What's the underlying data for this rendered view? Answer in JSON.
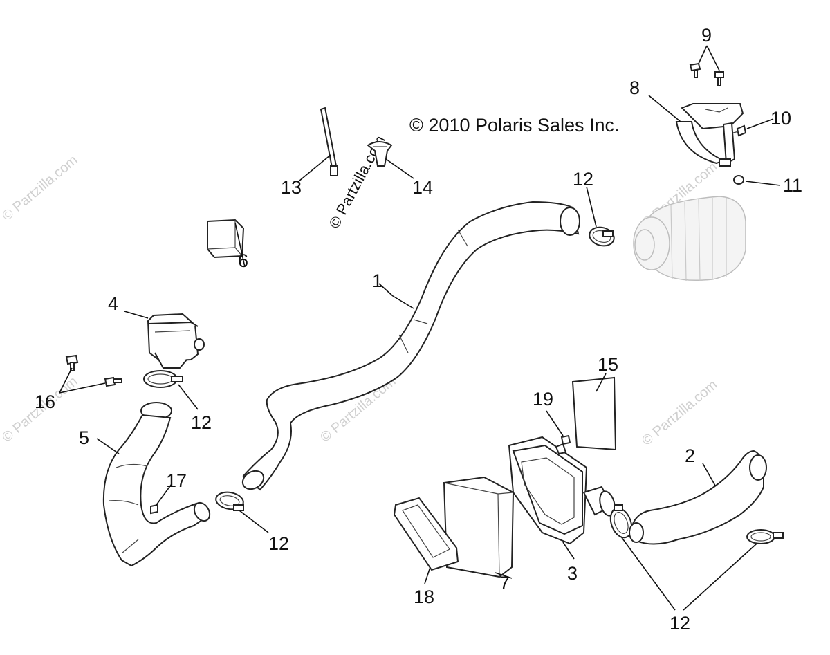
{
  "copyright": "© 2010 Polaris Sales Inc.",
  "watermark": "© Partzilla.com",
  "callouts": {
    "c1": "1",
    "c2": "2",
    "c3": "3",
    "c4": "4",
    "c5": "5",
    "c6": "6",
    "c7": "7",
    "c8": "8",
    "c9": "9",
    "c10": "10",
    "c11": "11",
    "c12a": "12",
    "c12b": "12",
    "c12c": "12",
    "c12d": "12",
    "c13": "13",
    "c14": "14",
    "c15": "15",
    "c16": "16",
    "c17": "17",
    "c18": "18",
    "c19": "19"
  }
}
